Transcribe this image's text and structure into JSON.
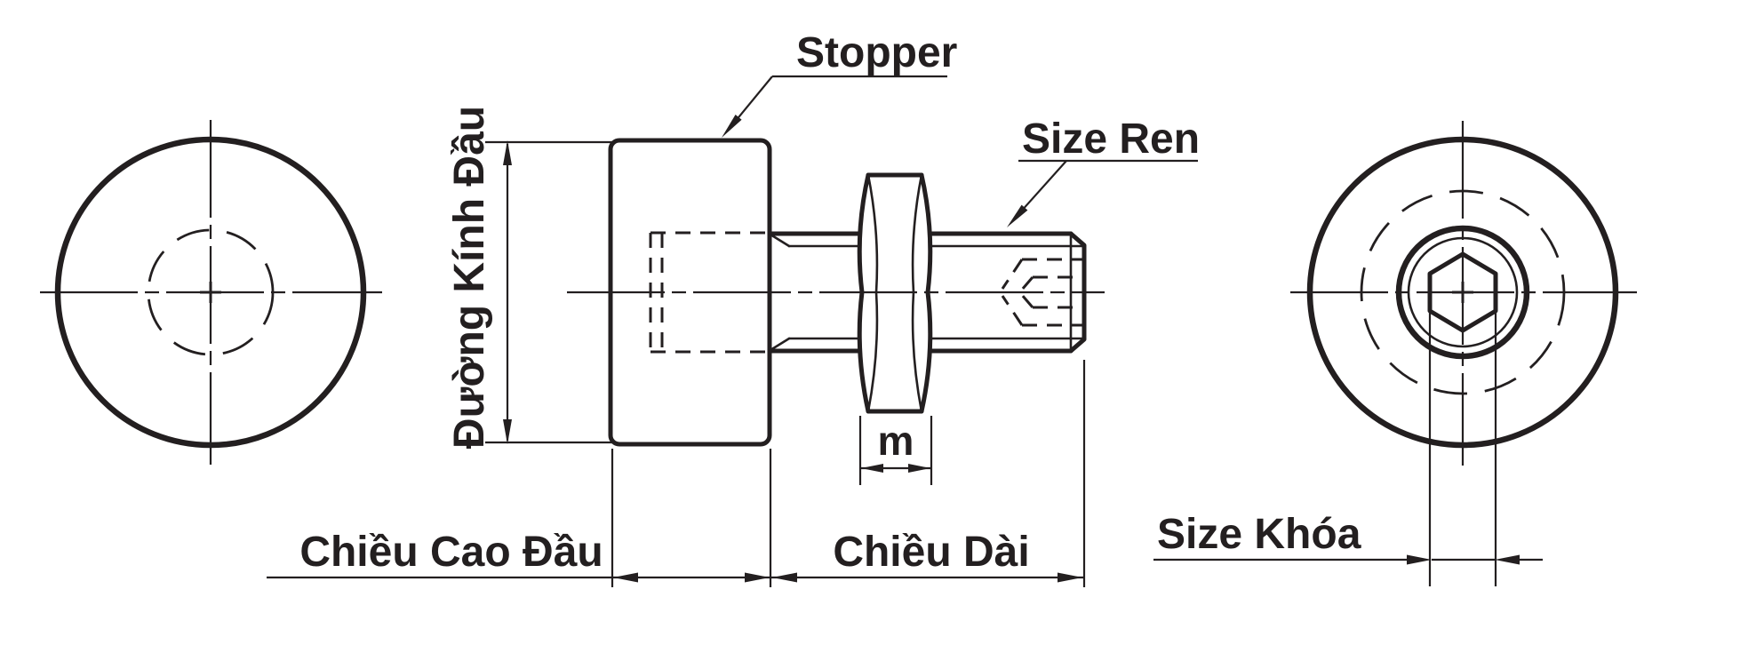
{
  "drawing": {
    "labels": {
      "stopper": "Stopper",
      "thread_size": "Size Ren",
      "head_diameter": "Đường Kính Đầu",
      "head_height": "Chiều Cao Đầu",
      "length": "Chiều Dài",
      "nut_thickness": "m",
      "wrench_size": "Size Khóa"
    },
    "colors": {
      "line": "#231F20",
      "background": "#FFFFFF"
    }
  }
}
